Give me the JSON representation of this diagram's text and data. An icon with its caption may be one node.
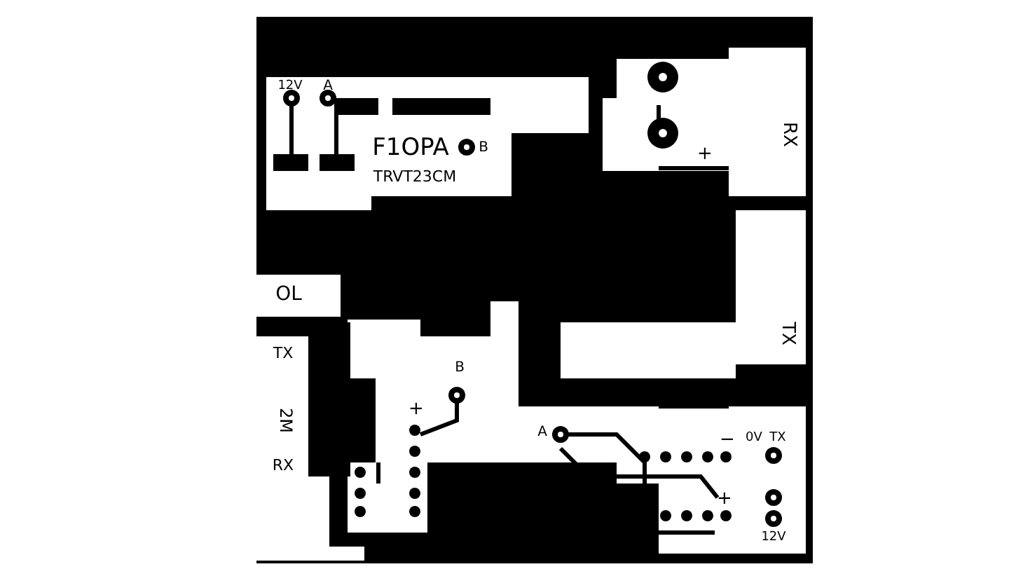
{
  "diagram": {
    "labels": [
      "12V",
      "A",
      "F1OPA",
      "B",
      "RX",
      "+",
      "TRVT23CM",
      "OL",
      "TX",
      "TX",
      "B",
      "2M",
      "+",
      "A",
      "−",
      "0V",
      "TX",
      "RX",
      "+",
      "12V"
    ]
  }
}
